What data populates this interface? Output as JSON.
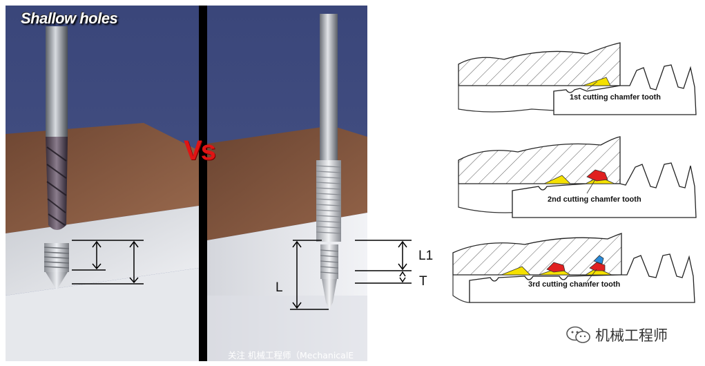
{
  "left": {
    "title": "Shallow holes"
  },
  "center": {
    "vs": "Vs"
  },
  "dimensions": {
    "l1": "L1",
    "t": "T",
    "l": "L"
  },
  "diagrams": [
    {
      "caption": "1st cutting chamfer tooth"
    },
    {
      "caption": "2nd cutting chamfer tooth"
    },
    {
      "caption": "3rd cutting chamfer tooth"
    }
  ],
  "watermark": {
    "brand": "机械工程师",
    "bottom_text": "关注 机械工程师（MechanicalE"
  },
  "colors": {
    "background_blue": "#3d4a7a",
    "material_brown": "#7a5038",
    "chip_yellow": "#f5e100",
    "chip_red": "#e02020",
    "chip_blue": "#2a8ad8"
  }
}
